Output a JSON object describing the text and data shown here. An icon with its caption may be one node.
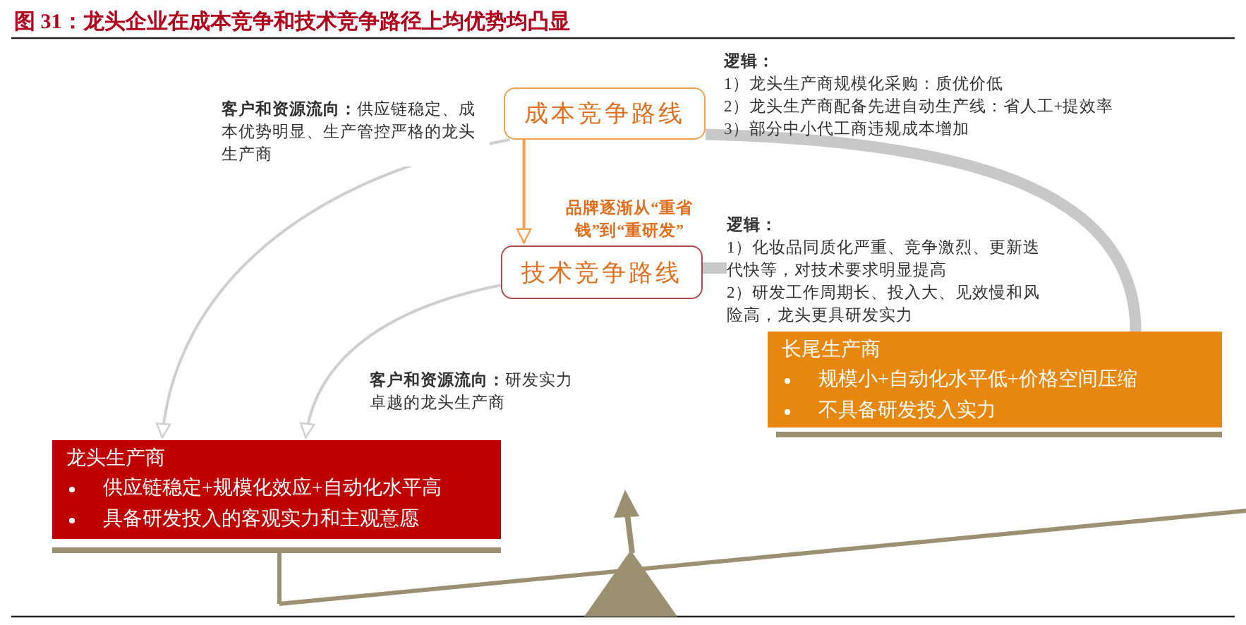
{
  "diagram": {
    "title": "图 31：龙头企业在成本竞争和技术竞争路径上均优势均凸显",
    "nodes": [
      {
        "text": [
          "成本竞争路线"
        ]
      },
      {
        "text": [
          "技术竞争路线"
        ]
      },
      {
        "text": [
          "龙头生产商",
          "供应链稳定+规模化效应+自动化水平高",
          "具备研发投入的客观实力和主观意愿"
        ]
      },
      {
        "text": [
          "长尾生产商",
          "规模小+自动化水平低+价格空间压缩",
          "不具备研发投入实力"
        ]
      },
      {
        "text": [
          "逻辑：",
          "1）龙头生产商规模化采购：质优价低",
          "2）龙头生产商配备先进自动生产线：省人工+提效率",
          "3）部分中小代工商违规成本增加"
        ]
      },
      {
        "text": [
          "逻辑：",
          "1）化妆品同质化严重、竞争激烈、更新迭代快等，对技术要求明显提高",
          "2）研发工作周期长、投入大、见效慢和风险高，龙头更具研发实力"
        ]
      }
    ],
    "edges": [
      {
        "from": 0,
        "to": 1,
        "arrow": "to",
        "label": "品牌逐渐从“重省钱”到“重研发”",
        "color": "#f0a050"
      },
      {
        "from": 0,
        "to": 2,
        "arrow": "to",
        "label": "**客户和资源流向：**供应链稳定、成本优势明显、生产管控严格的龙头生产商"
      },
      {
        "from": 1,
        "to": 2,
        "arrow": "to",
        "label": "**客户和资源流向：**研发实力卓越的龙头生产商"
      },
      {
        "from": 0,
        "to": 3,
        "arrow": "none",
        "style": "thick",
        "color": "#c8c8c8"
      },
      {
        "from": 1,
        "to": 5,
        "arrow": "none",
        "style": "thick",
        "color": "#c8c8c8"
      }
    ]
  }
}
